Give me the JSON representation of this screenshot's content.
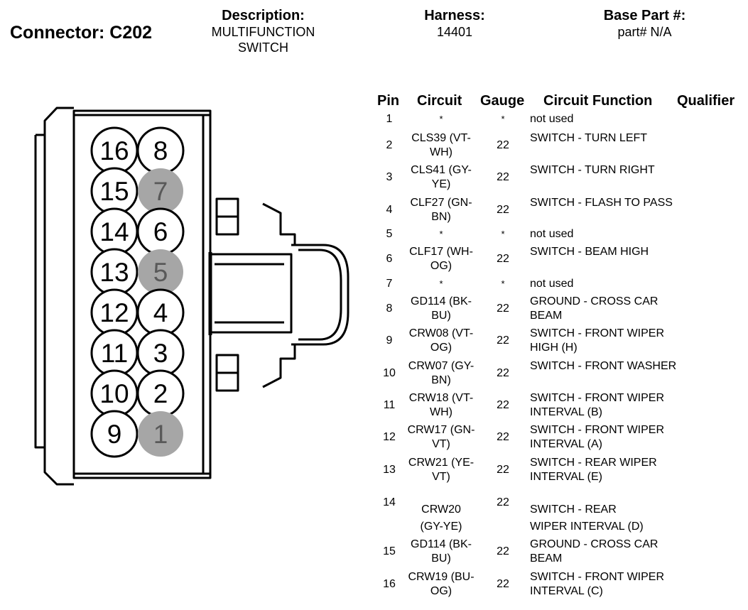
{
  "header": {
    "connector": "Connector: C202",
    "description_label": "Description:",
    "description_value": "MULTIFUNCTION SWITCH",
    "harness_label": "Harness:",
    "harness_value": "14401",
    "base_part_label": "Base Part #:",
    "base_part_value": "part# N/A"
  },
  "table": {
    "headers": [
      "Pin",
      "Circuit",
      "Gauge",
      "Circuit Function",
      "Qualifier"
    ],
    "rows": [
      {
        "pin": "1",
        "circuit": "*",
        "gauge": "*",
        "function": "not used"
      },
      {
        "pin": "2",
        "circuit": "CLS39 (VT-WH)",
        "gauge": "22",
        "function": "SWITCH - TURN LEFT"
      },
      {
        "pin": "3",
        "circuit": "CLS41 (GY-YE)",
        "gauge": "22",
        "function": "SWITCH - TURN RIGHT"
      },
      {
        "pin": "4",
        "circuit": "CLF27 (GN-BN)",
        "gauge": "22",
        "function": "SWITCH - FLASH TO PASS"
      },
      {
        "pin": "5",
        "circuit": "*",
        "gauge": "*",
        "function": "not used"
      },
      {
        "pin": "6",
        "circuit": "CLF17 (WH-OG)",
        "gauge": "22",
        "function": "SWITCH - BEAM HIGH"
      },
      {
        "pin": "7",
        "circuit": "*",
        "gauge": "*",
        "function": "not used"
      },
      {
        "pin": "8",
        "circuit": "GD114 (BK-BU)",
        "gauge": "22",
        "function": "GROUND - CROSS CAR BEAM"
      },
      {
        "pin": "9",
        "circuit": "CRW08 (VT-OG)",
        "gauge": "22",
        "function": "SWITCH - FRONT WIPER HIGH (H)"
      },
      {
        "pin": "10",
        "circuit": "CRW07 (GY-BN)",
        "gauge": "22",
        "function": "SWITCH - FRONT WASHER"
      },
      {
        "pin": "11",
        "circuit": "CRW18 (VT-WH)",
        "gauge": "22",
        "function": "SWITCH - FRONT WIPER INTERVAL (B)"
      },
      {
        "pin": "12",
        "circuit": "CRW17 (GN-VT)",
        "gauge": "22",
        "function": "SWITCH - FRONT WIPER INTERVAL (A)"
      },
      {
        "pin": "13",
        "circuit": "CRW21 (YE-VT)",
        "gauge": "22",
        "function": "SWITCH - REAR WIPER INTERVAL (E)"
      },
      {
        "pin": "14",
        "circuit": "CRW20",
        "gauge": "22",
        "function": "SWITCH - REAR"
      },
      {
        "pin": "",
        "circuit": "(GY-YE)",
        "gauge": "",
        "function": "WIPER INTERVAL (D)"
      },
      {
        "pin": "15",
        "circuit": "GD114 (BK-BU)",
        "gauge": "22",
        "function": "GROUND - CROSS CAR BEAM"
      },
      {
        "pin": "16",
        "circuit": "CRW19 (BU-OG)",
        "gauge": "22",
        "function": "SWITCH - FRONT WIPER INTERVAL (C)"
      }
    ]
  },
  "connector_pins": {
    "left_column": [
      "16",
      "15",
      "14",
      "13",
      "12",
      "11",
      "10",
      "9"
    ],
    "right_column": [
      "8",
      "7",
      "6",
      "5",
      "4",
      "3",
      "2",
      "1"
    ],
    "unused_pins": [
      "7",
      "5",
      "1"
    ],
    "colors": {
      "unused_fill": "#a6a6a6",
      "unused_text": "#595959",
      "outline": "#000000"
    }
  }
}
